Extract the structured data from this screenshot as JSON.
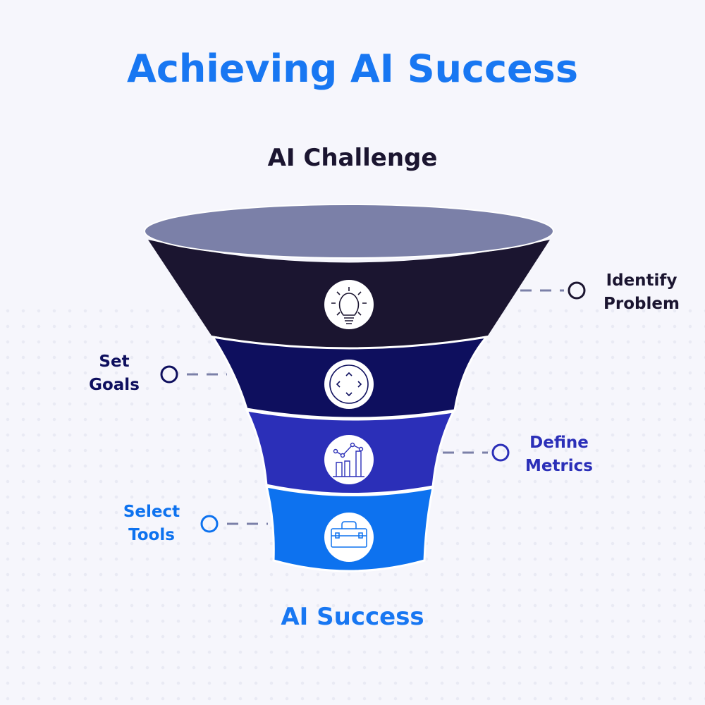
{
  "title": "Achieving AI Success",
  "top_label": "AI Challenge",
  "bottom_label": "AI Success",
  "stages": [
    {
      "label_line1": "Identify",
      "label_line2": "Problem",
      "icon": "lightbulb-icon",
      "color": "#1b1530"
    },
    {
      "label_line1": "Set",
      "label_line2": "Goals",
      "icon": "direction-arrows-icon",
      "color": "#0e0f5e"
    },
    {
      "label_line1": "Define",
      "label_line2": "Metrics",
      "icon": "chart-icon",
      "color": "#2b2fb8"
    },
    {
      "label_line1": "Select",
      "label_line2": "Tools",
      "icon": "toolbox-icon",
      "color": "#0d72ef"
    }
  ],
  "colors": {
    "title": "#1877f2",
    "rim": "#7b80a8",
    "connector": "#7b80a8"
  }
}
